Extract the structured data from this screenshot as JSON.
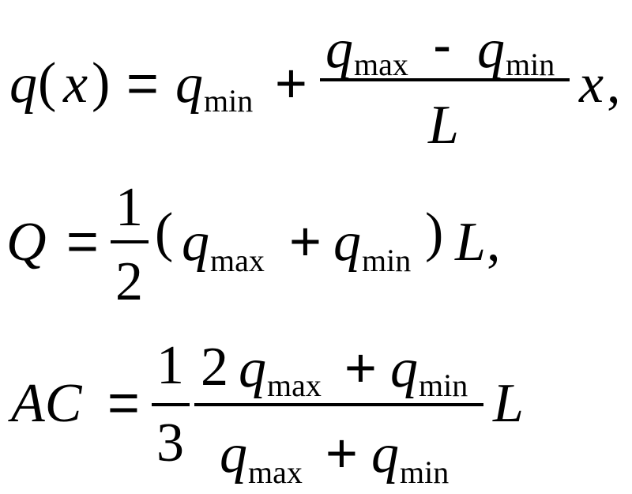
{
  "formulas": {
    "f1": {
      "q": "q",
      "x": "x",
      "lp": "(",
      "rp": ")",
      "eq": "=",
      "q2": "q",
      "min": "min",
      "plus": "+",
      "num_q1": "q",
      "num_max": "max",
      "minus": "-",
      "num_q2": "q",
      "num_min": "min",
      "den_L": "L",
      "x2": "x",
      "comma": ","
    },
    "f2": {
      "Q": "Q",
      "eq": "=",
      "one": "1",
      "two": "2",
      "lp": "(",
      "q1": "q",
      "max": "max",
      "plus": "+",
      "q2": "q",
      "min": "min",
      "rp": ")",
      "L": "L",
      "comma": ","
    },
    "f3": {
      "AC": "AC",
      "eq": "=",
      "one": "1",
      "three": "3",
      "num_2": "2",
      "num_q1": "q",
      "num_max": "max",
      "num_plus": "+",
      "num_q2": "q",
      "num_min": "min",
      "den_q1": "q",
      "den_max": "max",
      "den_plus": "+",
      "den_q2": "q",
      "den_min": "min",
      "L": "L"
    }
  }
}
